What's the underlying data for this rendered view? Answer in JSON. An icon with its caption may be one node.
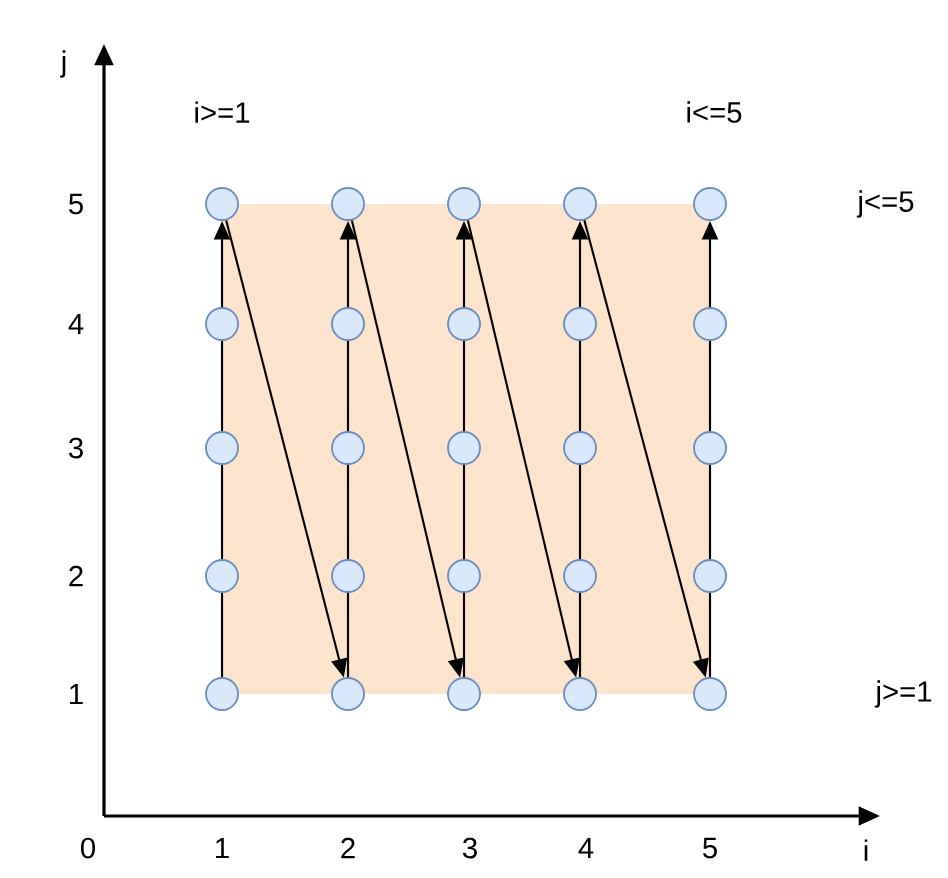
{
  "diagram": {
    "nodes": [
      {
        "text": [],
        "shape": "circle"
      },
      {
        "text": [],
        "shape": "circle"
      },
      {
        "text": [],
        "shape": "circle"
      },
      {
        "text": [],
        "shape": "circle"
      },
      {
        "text": [],
        "shape": "circle"
      },
      {
        "text": [],
        "shape": "circle"
      },
      {
        "text": [],
        "shape": "circle"
      },
      {
        "text": [],
        "shape": "circle"
      },
      {
        "text": [],
        "shape": "circle"
      },
      {
        "text": [],
        "shape": "circle"
      },
      {
        "text": [],
        "shape": "circle"
      },
      {
        "text": [],
        "shape": "circle"
      },
      {
        "text": [],
        "shape": "circle"
      },
      {
        "text": [],
        "shape": "circle"
      },
      {
        "text": [],
        "shape": "circle"
      },
      {
        "text": [],
        "shape": "circle"
      },
      {
        "text": [],
        "shape": "circle"
      },
      {
        "text": [],
        "shape": "circle"
      },
      {
        "text": [],
        "shape": "circle"
      },
      {
        "text": [],
        "shape": "circle"
      },
      {
        "text": [],
        "shape": "circle"
      },
      {
        "text": [],
        "shape": "circle"
      },
      {
        "text": [],
        "shape": "circle"
      },
      {
        "text": [],
        "shape": "circle"
      },
      {
        "text": [],
        "shape": "circle"
      }
    ],
    "edges": [
      {
        "from": 20,
        "to": 15,
        "arrow": "none"
      },
      {
        "from": 15,
        "to": 10,
        "arrow": "none"
      },
      {
        "from": 10,
        "to": 5,
        "arrow": "none"
      },
      {
        "from": 5,
        "to": 0,
        "arrow": "to"
      },
      {
        "from": 0,
        "to": 21,
        "arrow": "to"
      },
      {
        "from": 21,
        "to": 16,
        "arrow": "none"
      },
      {
        "from": 16,
        "to": 11,
        "arrow": "none"
      },
      {
        "from": 11,
        "to": 6,
        "arrow": "none"
      },
      {
        "from": 6,
        "to": 1,
        "arrow": "to"
      },
      {
        "from": 1,
        "to": 22,
        "arrow": "to"
      },
      {
        "from": 22,
        "to": 17,
        "arrow": "none"
      },
      {
        "from": 17,
        "to": 12,
        "arrow": "none"
      },
      {
        "from": 12,
        "to": 7,
        "arrow": "none"
      },
      {
        "from": 7,
        "to": 2,
        "arrow": "to"
      },
      {
        "from": 2,
        "to": 23,
        "arrow": "to"
      },
      {
        "from": 23,
        "to": 18,
        "arrow": "none"
      },
      {
        "from": 18,
        "to": 13,
        "arrow": "none"
      },
      {
        "from": 13,
        "to": 8,
        "arrow": "none"
      },
      {
        "from": 8,
        "to": 3,
        "arrow": "to"
      },
      {
        "from": 3,
        "to": 24,
        "arrow": "to"
      },
      {
        "from": 24,
        "to": 19,
        "arrow": "none"
      },
      {
        "from": 19,
        "to": 14,
        "arrow": "none"
      },
      {
        "from": 14,
        "to": 9,
        "arrow": "none"
      },
      {
        "from": 9,
        "to": 4,
        "arrow": "to"
      }
    ],
    "labels": [
      "j",
      "i>=1",
      "i<=5",
      "5",
      "j<=5",
      "4",
      "3",
      "2",
      "1",
      "j>=1",
      "0",
      "1",
      "2",
      "3",
      "4",
      "5",
      "i"
    ]
  }
}
